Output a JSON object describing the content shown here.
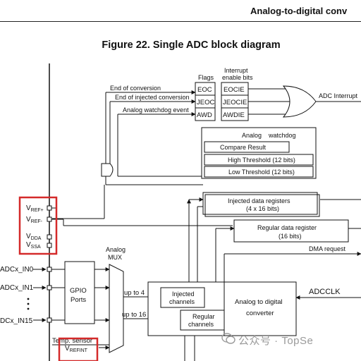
{
  "header": {
    "title": "Analog-to-digital conv"
  },
  "figure": {
    "title": "Figure 22. Single ADC block diagram"
  },
  "signals": {
    "end_of_conversion": "End of conversion",
    "end_of_injected_conversion": "End of injected conversion",
    "analog_watchdog_event": "Analog watchdog event",
    "dma_request": "DMA request",
    "up_to_4": "up to 4",
    "up_to_16": "up to 16"
  },
  "flags": {
    "title": "Flags",
    "items": [
      "EOC",
      "JEOC",
      "AWD"
    ]
  },
  "interrupt_enable": {
    "title_line1": "Interrupt",
    "title_line2": "enable bits",
    "items": [
      "EOCIE",
      "JEOCIE",
      "AWDIE"
    ]
  },
  "adc_interrupt": {
    "label": "ADC Interrupt"
  },
  "analog_watchdog": {
    "title": "Analog    watchdog",
    "compare_result": "Compare Result",
    "high_threshold": "High Threshold (12 bits)",
    "low_threshold": "Low Threshold (12 bits)"
  },
  "injected_registers": {
    "line1": "Injected data registers",
    "line2": "(4 x 16 bits)"
  },
  "regular_register": {
    "line1": "Regular data register",
    "line2": "(16 bits)"
  },
  "pins": {
    "vref_plus": {
      "main": "V",
      "sub": "REF+"
    },
    "vref_minus": {
      "main": "V",
      "sub": "REF-"
    },
    "vdda": {
      "main": "V",
      "sub": "DDA"
    },
    "vssa": {
      "main": "V",
      "sub": "SSA"
    },
    "in0": "ADCx_IN0",
    "in1": "ADCx_IN1",
    "in15": "DCx_IN15",
    "temp_sensor": "Temp. sensor",
    "vrefint": {
      "main": "V",
      "sub": "REFINT"
    }
  },
  "gpio": {
    "line1": "GPIO",
    "line2": "Ports"
  },
  "mux": {
    "line1": "Analog",
    "line2": "MUX"
  },
  "converter": {
    "injected_line1": "Injected",
    "injected_line2": "channels",
    "regular_line1": "Regular",
    "regular_line2": "channels",
    "main_line1": "Analog to digital",
    "main_line2": "converter"
  },
  "adcclk": "ADCCLK",
  "watermark": "公众号 · TopSe",
  "colors": {
    "highlight": "#d42a2a",
    "line": "#111111",
    "watermark": "#9a9a9a"
  }
}
